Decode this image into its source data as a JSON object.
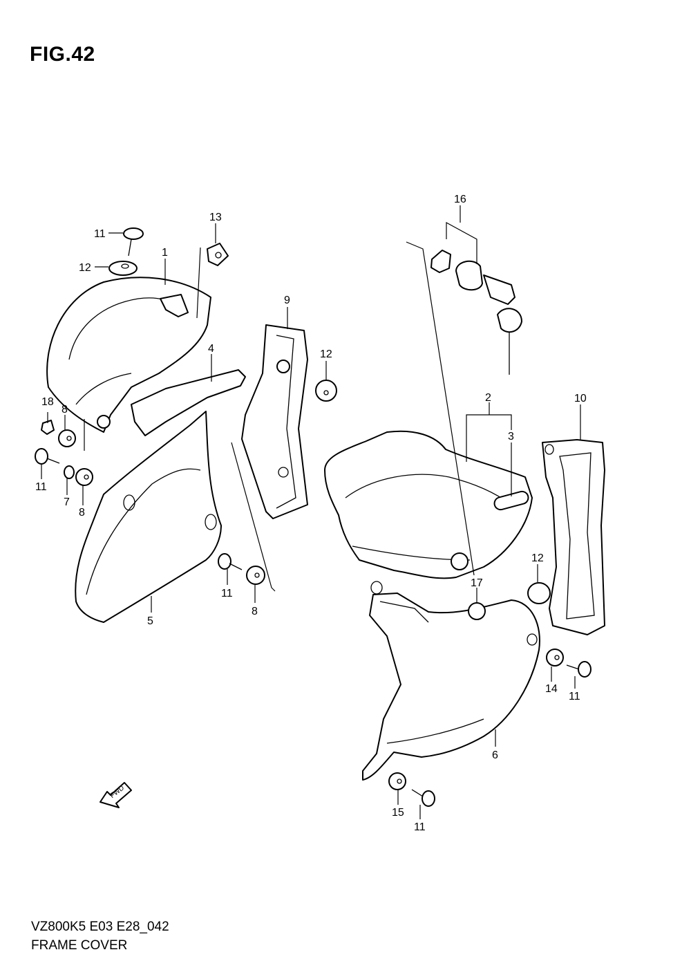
{
  "figure": {
    "title": "FIG.42"
  },
  "footer": {
    "model_code": "VZ800K5 E03 E28_042",
    "name": "FRAME COVER"
  },
  "fwd_arrow": {
    "text": "FWD"
  },
  "callouts": [
    {
      "id": "c11a",
      "text": "11"
    },
    {
      "id": "c12a",
      "text": "12"
    },
    {
      "id": "c13",
      "text": "13"
    },
    {
      "id": "c1",
      "text": "1"
    },
    {
      "id": "c4",
      "text": "4"
    },
    {
      "id": "c9",
      "text": "9"
    },
    {
      "id": "c12b",
      "text": "12"
    },
    {
      "id": "c18",
      "text": "18"
    },
    {
      "id": "c8a",
      "text": "8"
    },
    {
      "id": "c11b",
      "text": "11"
    },
    {
      "id": "c7",
      "text": "7"
    },
    {
      "id": "c8b",
      "text": "8"
    },
    {
      "id": "c5",
      "text": "5"
    },
    {
      "id": "c11c",
      "text": "11"
    },
    {
      "id": "c8c",
      "text": "8"
    },
    {
      "id": "c16",
      "text": "16"
    },
    {
      "id": "c2",
      "text": "2"
    },
    {
      "id": "c3",
      "text": "3"
    },
    {
      "id": "c10",
      "text": "10"
    },
    {
      "id": "c12c",
      "text": "12"
    },
    {
      "id": "c17",
      "text": "17"
    },
    {
      "id": "c14",
      "text": "14"
    },
    {
      "id": "c11d",
      "text": "11"
    },
    {
      "id": "c6",
      "text": "6"
    },
    {
      "id": "c15",
      "text": "15"
    },
    {
      "id": "c11e",
      "text": "11"
    }
  ]
}
